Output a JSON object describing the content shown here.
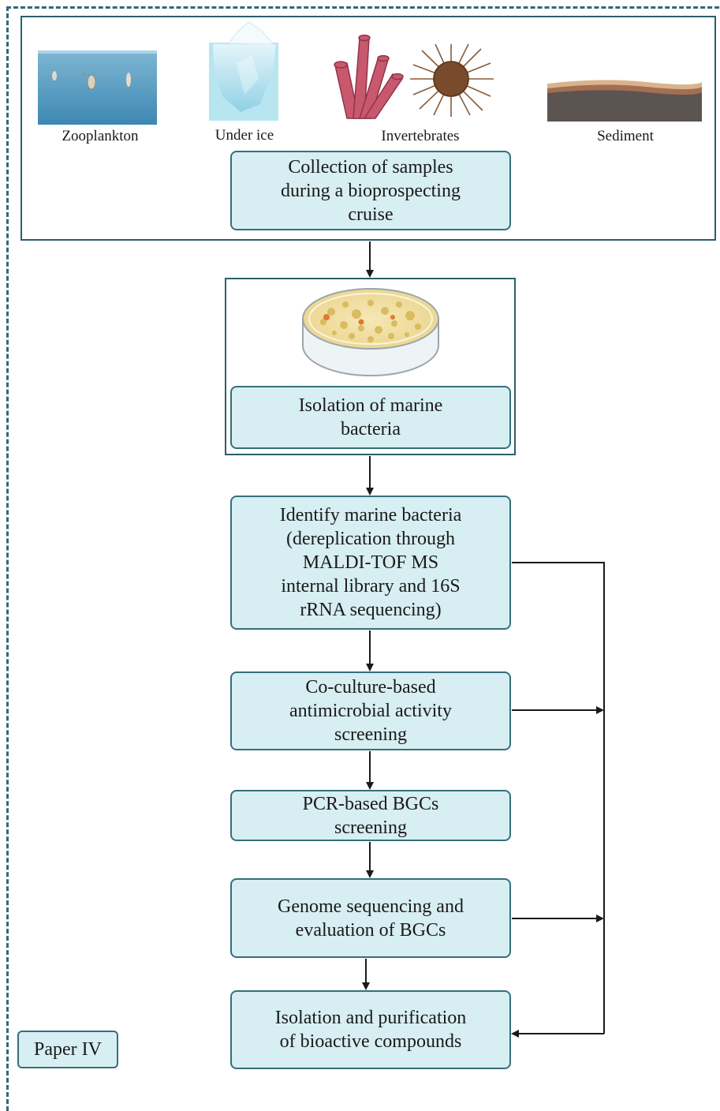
{
  "sample_sources": [
    {
      "label": "Zooplankton",
      "icon": "zooplankton-water-icon"
    },
    {
      "label": "Under ice",
      "icon": "iceberg-icon"
    },
    {
      "label": "Invertebrates",
      "icon": "sponge-and-urchin-icon"
    },
    {
      "label": "Sediment",
      "icon": "sediment-layers-icon"
    }
  ],
  "steps": {
    "collection": "Collection of samples\nduring a bioprospecting\ncruise",
    "isolation": "Isolation of marine\nbacteria",
    "identify": "Identify marine bacteria\n(dereplication through\nMALDI-TOF MS\ninternal library and 16S\nrRNA sequencing)",
    "coculture": "Co-culture-based\nantimicrobial activity\nscreening",
    "pcr": "PCR-based BGCs\nscreening",
    "genome": "Genome sequencing and\nevaluation of BGCs",
    "purification": "Isolation and purification\nof bioactive compounds"
  },
  "paper_label": "Paper IV",
  "colors": {
    "frame": "#2f6a77",
    "box_fill": "#d7eef2",
    "box_border": "#356f7c",
    "arrow": "#1a1a1a"
  },
  "petri_dish_icon": "petri-dish-icon"
}
